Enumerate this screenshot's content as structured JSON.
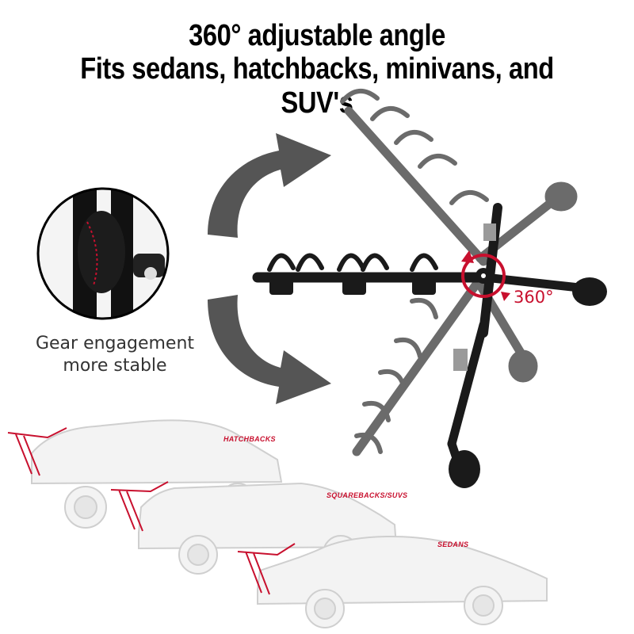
{
  "headline": {
    "line1": "360° adjustable angle",
    "line2": "Fits sedans, hatchbacks, minivans, and SUV's"
  },
  "callout": {
    "line1": "Gear engagement",
    "line2": "more stable"
  },
  "rotation_label": "360°",
  "vehicles": [
    {
      "label": "HATCHBACKS"
    },
    {
      "label": "SQUAREBACKS/SUVS"
    },
    {
      "label": "SEDANS"
    }
  ],
  "colors": {
    "accent": "#c8102e",
    "rack_dark": "#1a1a1a",
    "rack_ghost": "#6b6b6b",
    "arrow": "#555555",
    "car_outline": "#cfcfcf"
  }
}
